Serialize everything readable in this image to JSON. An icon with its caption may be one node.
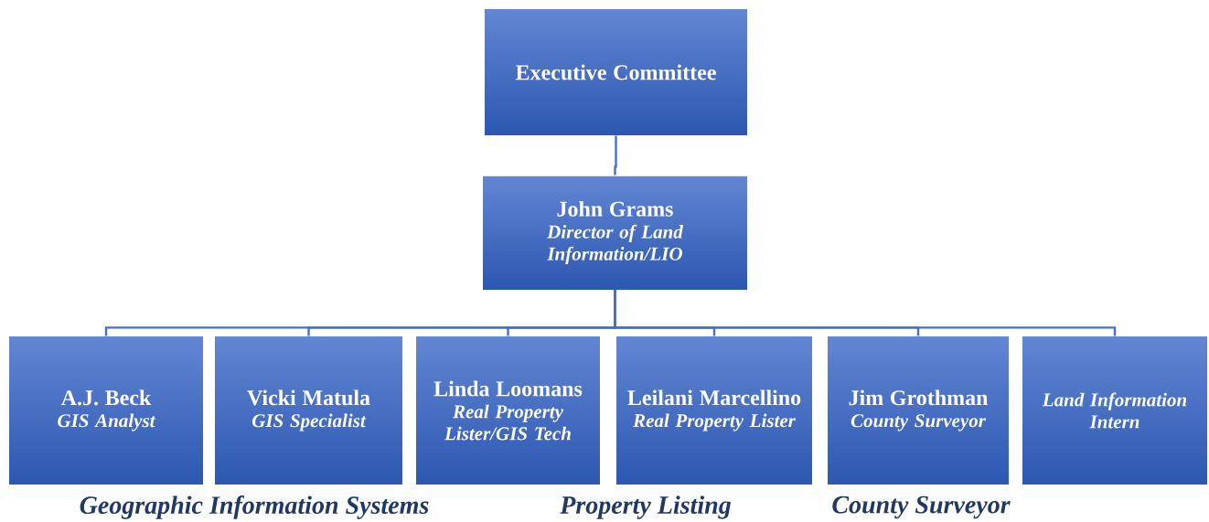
{
  "diagram": {
    "nodes": [
      {
        "text": [
          "Executive Committee"
        ]
      },
      {
        "text": [
          "John Grams",
          "Director of Land Information/LIO"
        ]
      },
      {
        "text": [
          "A.J. Beck",
          "GIS Analyst"
        ]
      },
      {
        "text": [
          "Vicki Matula",
          "GIS Specialist"
        ]
      },
      {
        "text": [
          "Linda Loomans",
          "Real Property Lister/GIS Tech"
        ]
      },
      {
        "text": [
          "Leilani Marcellino",
          "Real Property Lister"
        ]
      },
      {
        "text": [
          "Jim Grothman",
          "County Surveyor"
        ]
      },
      {
        "text": [
          "Land Information Intern"
        ]
      }
    ],
    "edges": [
      {
        "from": 0,
        "to": 1,
        "arrow": "none"
      },
      {
        "from": 1,
        "to": 2,
        "arrow": "none"
      },
      {
        "from": 1,
        "to": 3,
        "arrow": "none"
      },
      {
        "from": 1,
        "to": 4,
        "arrow": "none"
      },
      {
        "from": 1,
        "to": 5,
        "arrow": "none"
      },
      {
        "from": 1,
        "to": 6,
        "arrow": "none"
      },
      {
        "from": 1,
        "to": 7,
        "arrow": "none"
      }
    ],
    "labels": [
      "Geographic Information Systems",
      "Property Listing",
      "County Surveyor"
    ]
  }
}
